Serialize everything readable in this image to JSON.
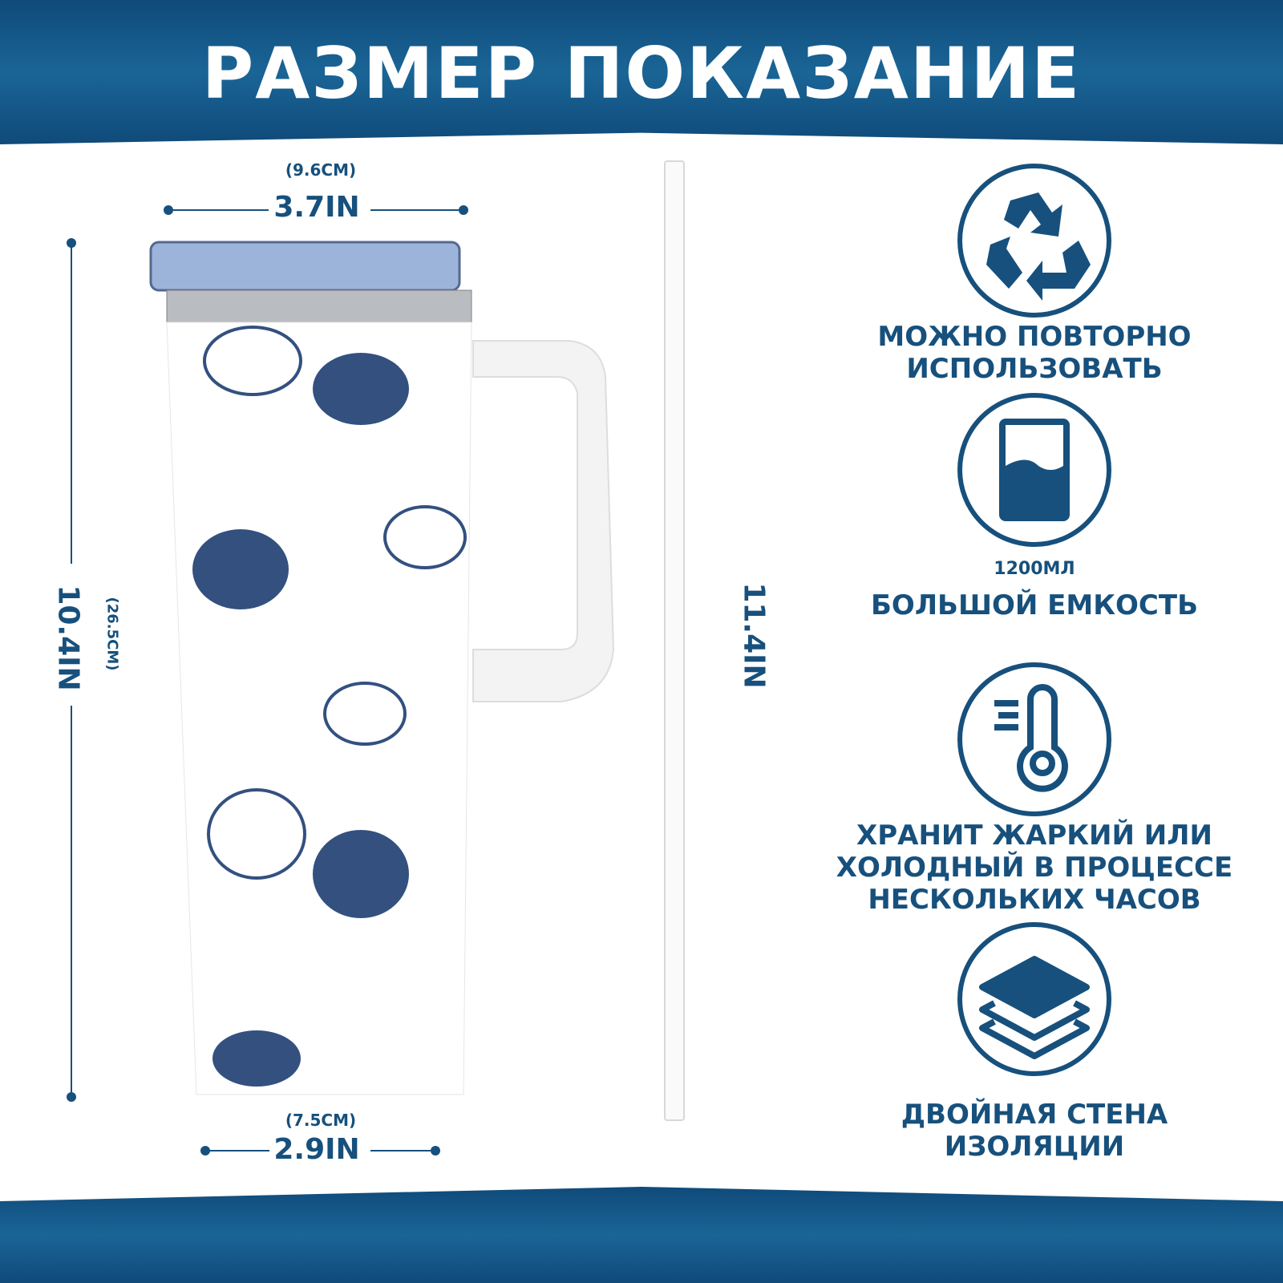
{
  "title": "РАЗМЕР ПОКАЗАНИЕ",
  "dimensions": {
    "top_cm": "(9.6CM)",
    "top_in": "3.7IN",
    "height_in": "10.4IN",
    "height_cm": "(26.5CM)",
    "bottom_cm": "(7.5CM)",
    "bottom_in": "2.9IN",
    "straw_in": "11.4IN"
  },
  "features": [
    {
      "icon": "recycle-icon",
      "lines": [
        "МОЖНО ПОВТОРНО",
        "ИСПОЛЬЗОВАТЬ"
      ]
    },
    {
      "icon": "cup-icon",
      "sub": "1200МЛ",
      "lines": [
        "БОЛЬШОЙ ЕМКОСТЬ"
      ]
    },
    {
      "icon": "thermometer-icon",
      "lines": [
        "ХРАНИТ ЖАРКИЙ ИЛИ",
        "ХОЛОДНЫЙ В ПРОЦЕССЕ",
        "НЕСКОЛЬКИХ ЧАСОВ"
      ]
    },
    {
      "icon": "layers-icon",
      "lines": [
        "ДВОЙНАЯ СТЕНА",
        "ИЗОЛЯЦИИ"
      ]
    }
  ],
  "colors": {
    "brand": "#17507c",
    "cloud": "#33507f"
  }
}
